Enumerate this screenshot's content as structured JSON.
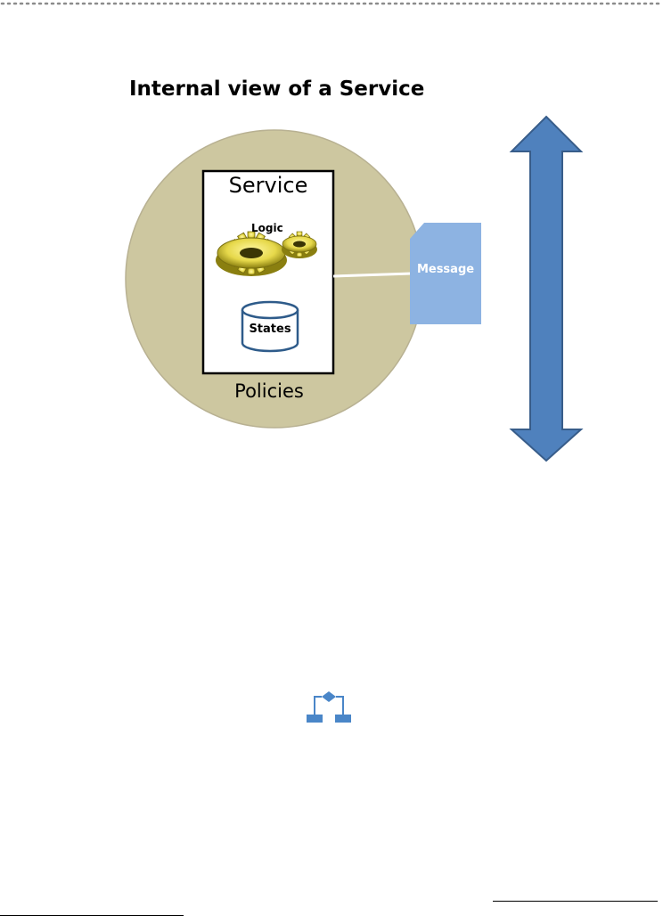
{
  "diagram": {
    "title": "Internal view of a Service",
    "service_label": "Service",
    "logic_label": "Logic",
    "states_label": "States",
    "policies_label": "Policies",
    "message_label": "Message"
  },
  "colors": {
    "policy_circle": "#cdc7a0",
    "message_fill": "#8db3e2",
    "arrow_fill": "#4f81bd",
    "gear_fill": "#f2ea6a",
    "icon_blue": "#4a86c8"
  }
}
